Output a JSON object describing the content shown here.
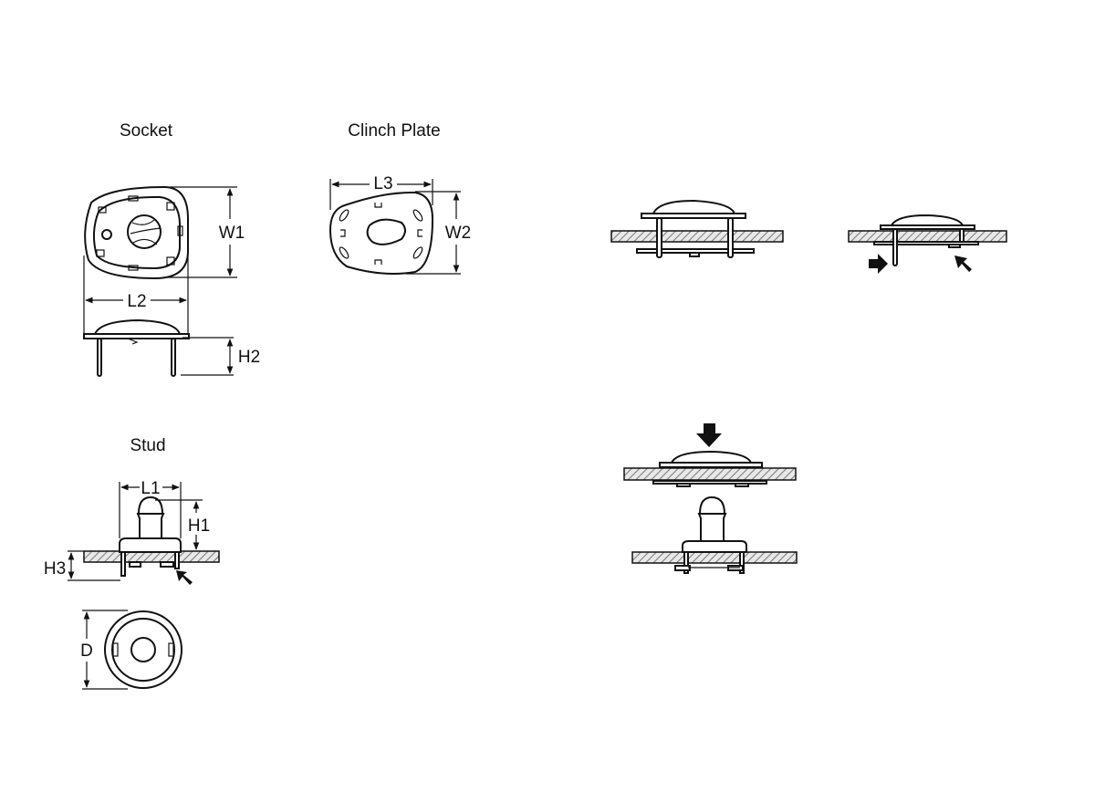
{
  "titles": {
    "socket": "Socket",
    "clinch_plate": "Clinch Plate",
    "stud": "Stud"
  },
  "dimensions": {
    "w1": "W1",
    "l2": "L2",
    "h2": "H2",
    "l3": "L3",
    "w2": "W2",
    "l1": "L1",
    "h1": "H1",
    "h3": "H3",
    "d": "D"
  },
  "colors": {
    "line": "#111111",
    "background": "#ffffff"
  }
}
